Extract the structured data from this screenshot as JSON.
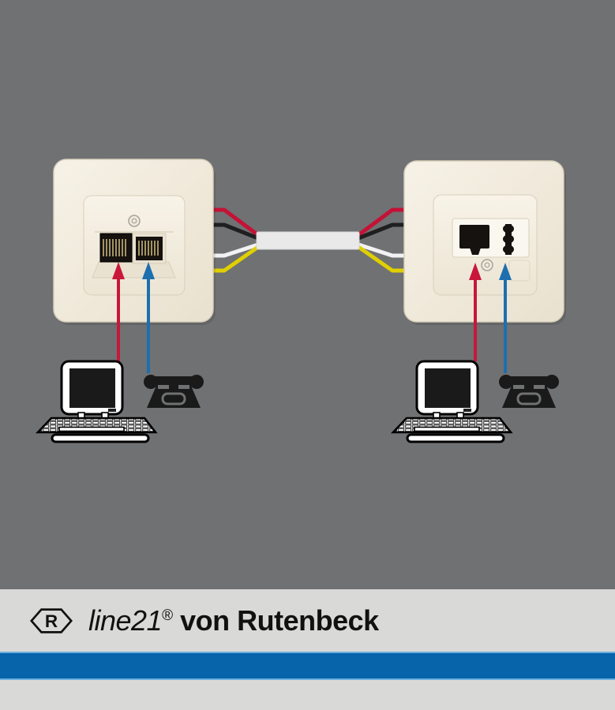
{
  "branding": {
    "logo_letter": "R",
    "product_name": "line21",
    "registered_mark": "®",
    "suffix": "von Rutenbeck"
  },
  "colors": {
    "background": "#6f7173",
    "plate_light": "#f7f2e7",
    "plate_mid": "#f0eadc",
    "plate_dark": "#e9e2d0",
    "plate_edge": "#d8cfba",
    "recess_white": "#faf7ef",
    "jack_black": "#15120f",
    "jack_pins_gold": "#c9b478",
    "wire_red": "#c41236",
    "wire_black": "#1f1f1f",
    "wire_white": "#f2f2f2",
    "wire_yellow": "#e0cf00",
    "cable_grey": "#e9e9e9",
    "arrow_red": "#c8173a",
    "arrow_blue": "#1d6fae",
    "device_black": "#1a1a1a",
    "device_white": "#ffffff",
    "footer_grey": "#d9dad7",
    "brand_blue": "#0763aa",
    "brand_blue_light": "#6aaede",
    "text_black": "#111111"
  },
  "diagram": {
    "left_socket": {
      "type": "wall-socket",
      "ports": [
        "rj45-data",
        "rj45-data"
      ]
    },
    "right_socket": {
      "type": "wall-socket",
      "ports": [
        "rj45-data",
        "tae"
      ]
    },
    "cable_wires": [
      "red",
      "black",
      "white",
      "yellow"
    ],
    "connections": [
      {
        "side": "left",
        "arrow": "red",
        "device": "computer"
      },
      {
        "side": "left",
        "arrow": "blue",
        "device": "telephone"
      },
      {
        "side": "right",
        "arrow": "red",
        "device": "computer"
      },
      {
        "side": "right",
        "arrow": "blue",
        "device": "telephone"
      }
    ]
  }
}
